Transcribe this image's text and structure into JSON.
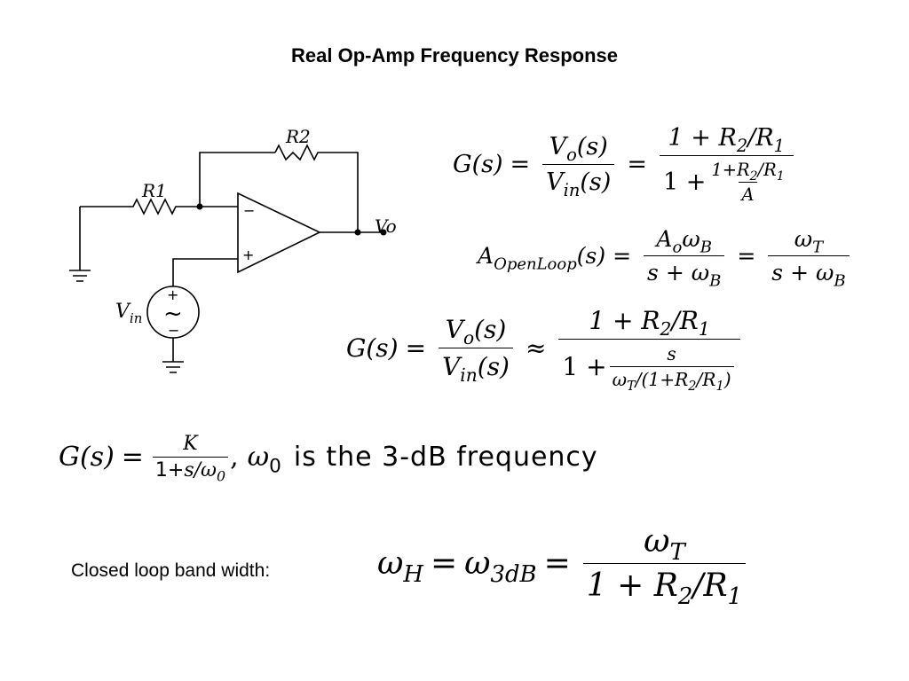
{
  "title": "Real Op-Amp Frequency Response",
  "circuit": {
    "r1": "R1",
    "r2": "R2",
    "vo": "Vo",
    "vin": "V",
    "vin_sub": "in",
    "minus": "−",
    "plus": "+",
    "src_plus": "+",
    "src_minus": "−",
    "src_tilde": "~"
  },
  "eq1": {
    "lhs": "G(s)",
    "eq": "=",
    "num1": "V",
    "num1_sub": "o",
    "num1_arg": "(s)",
    "den1": "V",
    "den1_sub": "in",
    "den1_arg": "(s)",
    "eq2": "=",
    "num2": "1 + R",
    "num2_sub1": "2",
    "num2_mid": "/R",
    "num2_sub2": "1",
    "den2_lead": "1 +",
    "den2_inner_num": "1+R",
    "den2_inner_sub1": "2",
    "den2_inner_mid": "/R",
    "den2_inner_sub2": "1",
    "den2_inner_den": "A"
  },
  "eq2": {
    "lhs": "A",
    "lhs_sub": "OpenLoop",
    "lhs_arg": "(s)",
    "eq": "=",
    "num1": "A",
    "num1_sub": "o",
    "num1_b": "ω",
    "num1_bsub": "B",
    "den1": "s + ω",
    "den1_sub": "B",
    "eq2": "=",
    "num2": "ω",
    "num2_sub": "T",
    "den2": "s + ω",
    "den2_sub": "B"
  },
  "eq3": {
    "lhs": "G(s)",
    "eq": "=",
    "num1": "V",
    "num1_sub": "o",
    "num1_arg": "(s)",
    "den1": "V",
    "den1_sub": "in",
    "den1_arg": "(s)",
    "approx": "≈",
    "num2": "1 + R",
    "num2_sub1": "2",
    "num2_mid": "/R",
    "num2_sub2": "1",
    "den2_lead": "1 +",
    "den2_inner_num": "s",
    "den2_inner_den_a": "ω",
    "den2_inner_den_asub": "T",
    "den2_inner_den_b": "/(1+R",
    "den2_inner_den_bsub": "2",
    "den2_inner_den_c": "/R",
    "den2_inner_den_csub": "1",
    "den2_inner_den_d": ")"
  },
  "eq4": {
    "lhs": "G(s)",
    "eq": "=",
    "num": "K",
    "den_a": "1+",
    "den_b": "s/ω",
    "den_bsub": "0",
    "comma": ",",
    "omega": "ω",
    "omega_sub": "0",
    "text": "is the 3-dB frequency"
  },
  "closed_loop_label": "Closed loop band width:",
  "eq5": {
    "lhs": "ω",
    "lhs_sub": "H",
    "eq": "=",
    "mid": "ω",
    "mid_sub": "3dB",
    "eq2": "=",
    "num": "ω",
    "num_sub": "T",
    "den": "1 + R",
    "den_sub1": "2",
    "den_mid": "/R",
    "den_sub2": "1"
  }
}
